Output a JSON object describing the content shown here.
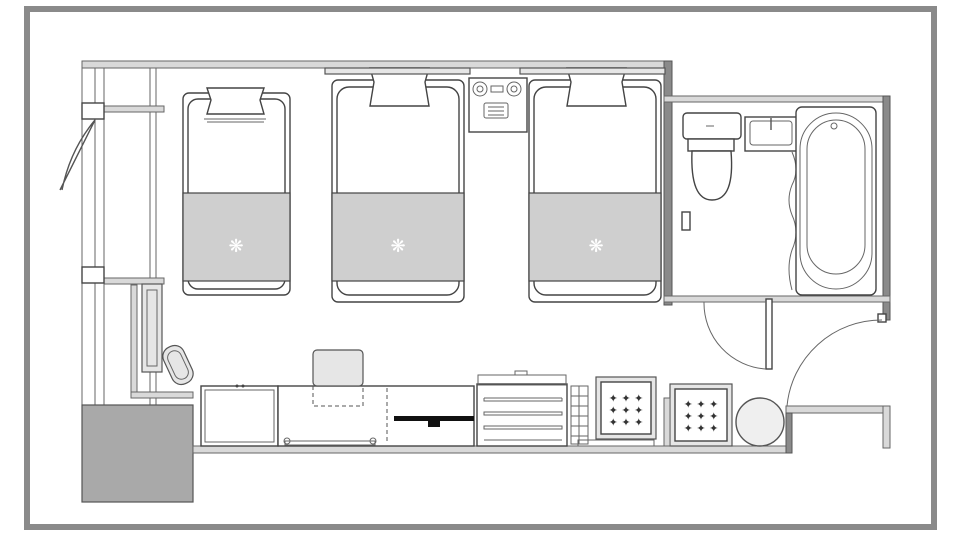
{
  "floor_plan": {
    "rooms": [
      "bedroom",
      "bathroom",
      "entrance"
    ],
    "beds": [
      {
        "label": "",
        "bedspread_color": "#cfcfcf"
      },
      {
        "label": "",
        "bedspread_color": "#cfcfcf"
      },
      {
        "label": "",
        "bedspread_color": "#cfcfcf"
      }
    ],
    "icons": {
      "bed": "bed-icon",
      "pillow": "pillow-icon",
      "nightstand": "nightstand-icon",
      "toilet": "toilet-icon",
      "sink": "sink-icon",
      "bathtub": "bathtub-icon",
      "chair": "chair-icon",
      "round_table": "round-table-icon",
      "desk": "desk-icon",
      "door": "door-icon",
      "window": "window-icon"
    },
    "colors": {
      "frame": "#8a8a8a",
      "wall": "#8a8a8a",
      "bedspread": "#cfcfcf",
      "closet_floor": "#a9a9a9",
      "line": "#444444"
    }
  }
}
